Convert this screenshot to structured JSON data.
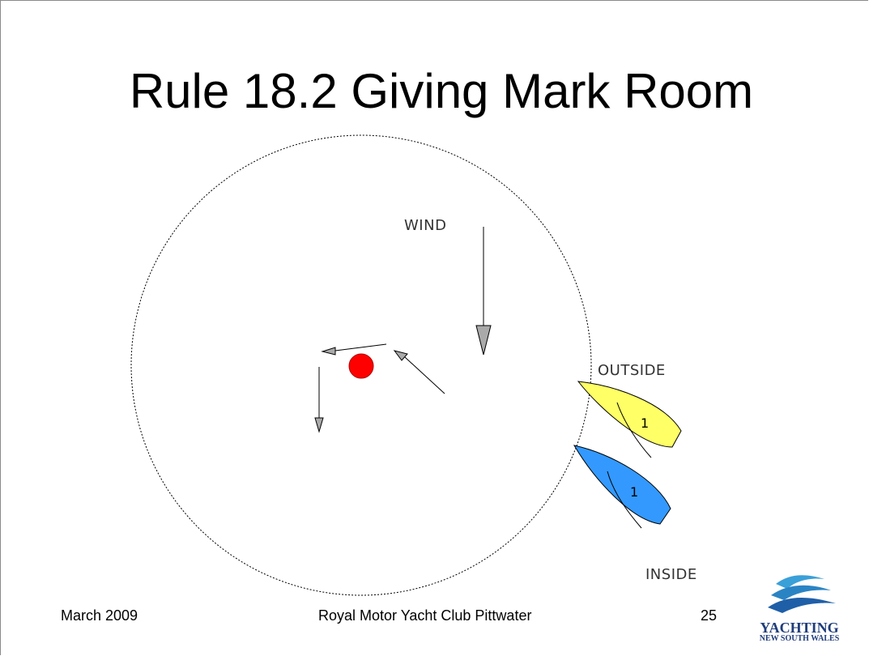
{
  "slide": {
    "title": "Rule 18.2 Giving Mark Room"
  },
  "diagram": {
    "labels": {
      "wind": "WIND",
      "outside": "OUTSIDE",
      "inside": "INSIDE"
    },
    "boats": [
      {
        "name": "outside-boat",
        "number": "1",
        "color": "#ffff66"
      },
      {
        "name": "inside-boat",
        "number": "1",
        "color": "#3399ff"
      }
    ],
    "mark_color": "#ff0000",
    "arrow_color": "#999999"
  },
  "footer": {
    "date": "March 2009",
    "club": "Royal Motor Yacht Club Pittwater",
    "page": "25"
  },
  "logo": {
    "line1": "YACHTING",
    "line2": "NEW SOUTH WALES"
  }
}
